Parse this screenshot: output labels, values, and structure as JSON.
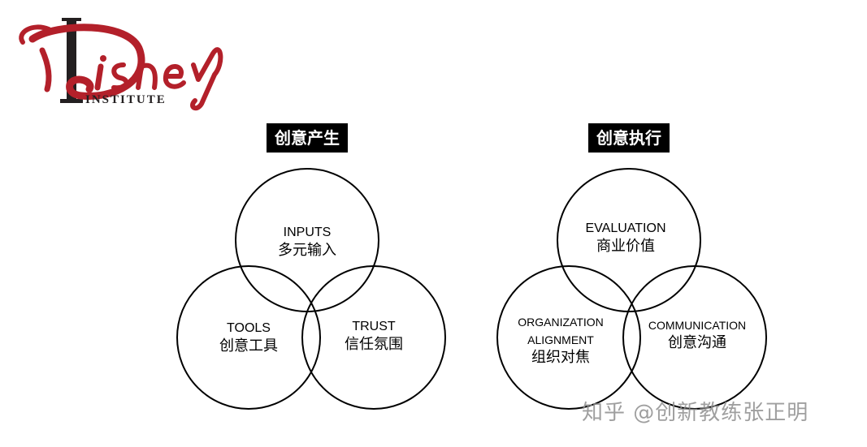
{
  "logo": {
    "wordmark": "DISNEY",
    "subtitle": "INSTITUTE",
    "color": "#b3202a"
  },
  "left_diagram": {
    "tag": "创意产生",
    "top": {
      "en": "INPUTS",
      "cn": "多元输入"
    },
    "left": {
      "en": "TOOLS",
      "cn": "创意工具"
    },
    "right": {
      "en": "TRUST",
      "cn": "信任氛围"
    }
  },
  "right_diagram": {
    "tag": "创意执行",
    "top": {
      "en": "EVALUATION",
      "cn": "商业价值"
    },
    "left": {
      "en_line1": "ORGANIZATION",
      "en_line2": "ALIGNMENT",
      "cn": "组织对焦"
    },
    "right": {
      "en": "COMMUNICATION",
      "cn": "创意沟通"
    }
  },
  "watermark": "知乎 @创新教练张正明"
}
